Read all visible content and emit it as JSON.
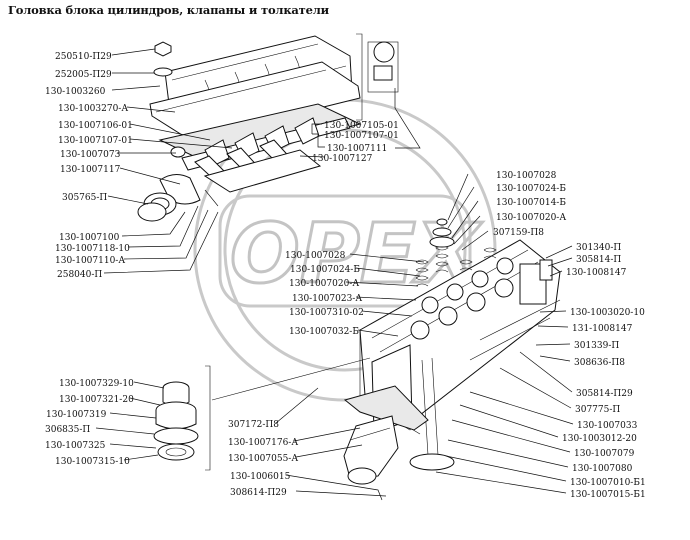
{
  "title": "Головка блока цилиндров, клапаны и толкатели",
  "watermark": "OPEX",
  "labels": [
    "250510-П29",
    "252005-П29",
    "130-1003260",
    "130-1003270-А",
    "130-1007106-01",
    "130-1007107-01",
    "130-1007073",
    "130-1007117",
    "305765-П",
    "130-1007100",
    "130-1007118-10",
    "130-1007110-А",
    "258040-П",
    "130-1007105-01",
    "130-1007107-01",
    "130-1007111",
    "130-1007127",
    "130-1007028",
    "130-1007024-Б",
    "130-1007014-Б",
    "130-1007020-А",
    "307159-П8",
    "130-1007028",
    "130-1007024-Б",
    "130-1007020-А",
    "130-1007023-А",
    "130-1007310-02",
    "130-1007032-Б",
    "301340-П",
    "305814-П",
    "130-1008147",
    "130-1003020-10",
    "131-1008147",
    "301339-П",
    "308636-П8",
    "130-1007329-10",
    "130-1007321-20",
    "130-1007319",
    "306835-П",
    "130-1007325",
    "130-1007315-10",
    "305814-П29",
    "307775-П",
    "130-1007033",
    "130-1003012-20",
    "130-1007079",
    "130-1007080",
    "130-1007010-Б1",
    "130-1007015-Б1",
    "307172-П8",
    "130-1007176-А",
    "130-1007055-А",
    "130-1006015",
    "308614-П29"
  ]
}
